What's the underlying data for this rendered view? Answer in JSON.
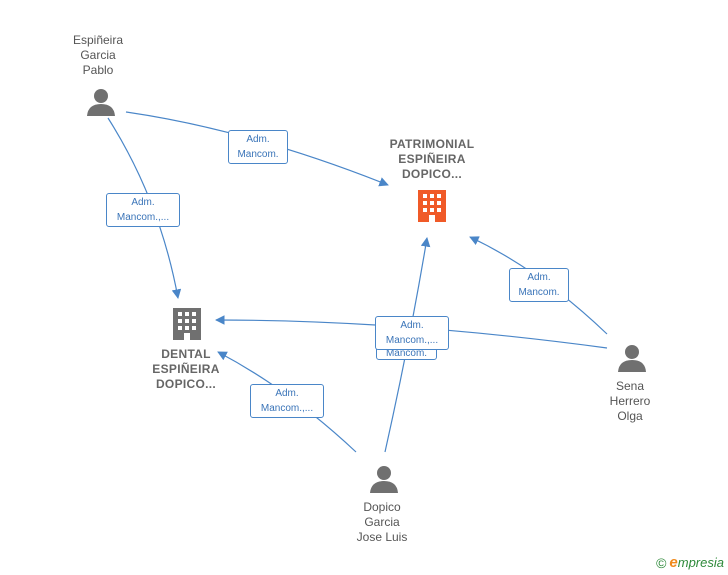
{
  "nodes": {
    "patrimonial": {
      "lines": [
        "PATRIMONIAL",
        "ESPIÑEIRA",
        "DOPICO..."
      ],
      "color": "#f05a28",
      "icon": "building-icon"
    },
    "dental": {
      "lines": [
        "DENTAL",
        "ESPIÑEIRA",
        "DOPICO..."
      ],
      "color": "#707070",
      "icon": "building-icon"
    },
    "espineira": {
      "lines": [
        "Espiñeira",
        "Garcia",
        "Pablo"
      ],
      "color": "#707070",
      "icon": "person-icon"
    },
    "sena": {
      "lines": [
        "Sena",
        "Herrero",
        "Olga"
      ],
      "color": "#707070",
      "icon": "person-icon"
    },
    "dopico": {
      "lines": [
        "Dopico",
        "Garcia",
        "Jose Luis"
      ],
      "color": "#707070",
      "icon": "person-icon"
    }
  },
  "edges": [
    {
      "id": "espineira-patrimonial",
      "label": [
        "Adm.",
        "Mancom."
      ]
    },
    {
      "id": "espineira-dental",
      "label": [
        "Adm.",
        "Mancom.,..."
      ]
    },
    {
      "id": "sena-patrimonial",
      "label": [
        "Adm.",
        "Mancom."
      ]
    },
    {
      "id": "sena-dental",
      "label": [
        "Adm.",
        "Mancom.,..."
      ]
    },
    {
      "id": "dopico-patrimonial",
      "label": [
        "Mancom."
      ]
    },
    {
      "id": "dopico-dental",
      "label": [
        "Adm.",
        "Mancom.,..."
      ]
    }
  ],
  "footer": {
    "copyright": "©",
    "brand_initial": "e",
    "brand_rest": "mpresia"
  },
  "colors": {
    "edge": "#4a86c8",
    "company_accent": "#f05a28",
    "person": "#707070"
  }
}
